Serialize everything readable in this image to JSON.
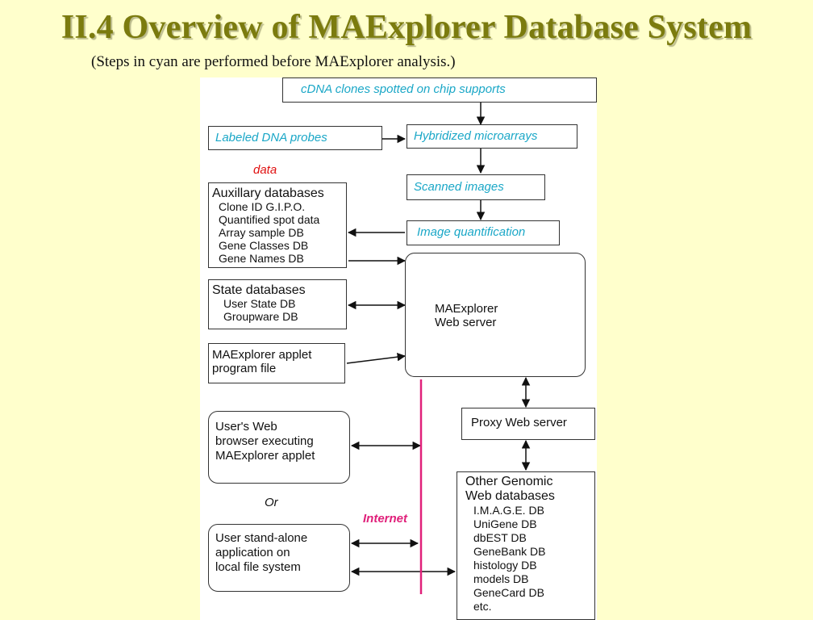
{
  "slide": {
    "title": "II.4 Overview of MAExplorer Database System",
    "subtitle": "(Steps in cyan are performed before MAExplorer analysis.)"
  },
  "colors": {
    "background": "#ffffcc",
    "title": "#7b7b0e",
    "cyan_steps": "#1aa7c7",
    "internet_line": "#e0207a",
    "data_label": "#e01010"
  },
  "diagram": {
    "cdna_clones": "cDNA clones spotted on chip supports",
    "labeled_probes": "Labeled DNA probes",
    "hybridized": "Hybridized microarrays",
    "scanned": "Scanned images",
    "quantification": "Image quantification",
    "data_label": "data",
    "auxillary": {
      "title": "Auxillary databases",
      "items": [
        "Clone ID G.I.P.O.",
        "Quantified spot data",
        "Array sample DB",
        "Gene Classes DB",
        "Gene Names DB"
      ]
    },
    "state": {
      "title": "State databases",
      "items": [
        "User State DB",
        "Groupware DB"
      ]
    },
    "applet_file": {
      "line1": "MAExplorer applet",
      "line2": "program file"
    },
    "web_server": {
      "line1": "MAExplorer",
      "line2": "Web server"
    },
    "proxy": "Proxy Web server",
    "browser": {
      "line1": "User's Web",
      "line2": "browser executing",
      "line3": "MAExplorer applet"
    },
    "or_label": "Or",
    "internet_label": "Internet",
    "standalone": {
      "line1": "User stand-alone",
      "line2": "application on",
      "line3": "local file system"
    },
    "genomic": {
      "title1": "Other Genomic",
      "title2": "Web databases",
      "items": [
        "I.M.A.G.E. DB",
        "UniGene DB",
        "dbEST DB",
        "GeneBank DB",
        "histology DB",
        "models DB",
        "GeneCard DB",
        "etc."
      ]
    }
  }
}
